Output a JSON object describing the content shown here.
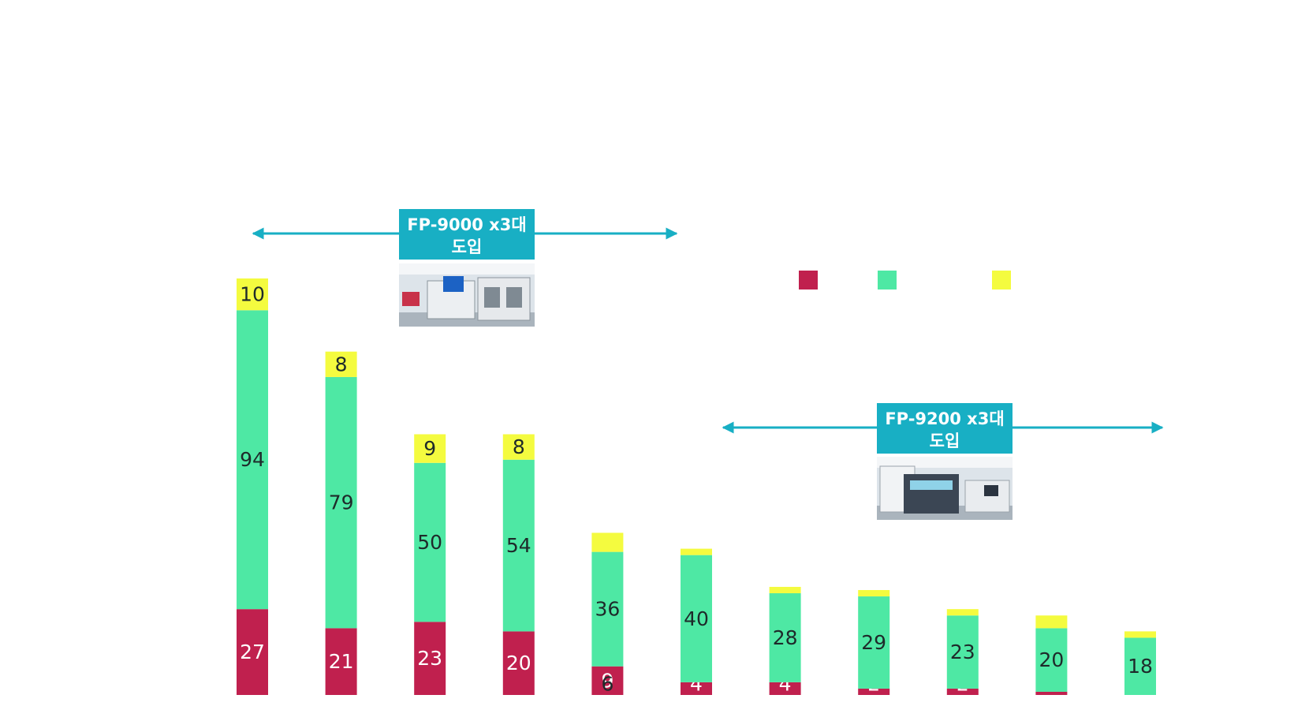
{
  "chart_data": {
    "type": "bar",
    "stacked": true,
    "categories": [
      "",
      "",
      "",
      "",
      "",
      "",
      "",
      "",
      "",
      "",
      ""
    ],
    "ylim": [
      0,
      131
    ],
    "grid": false,
    "series": [
      {
        "color": "#C0204E",
        "label_color": "#ffffff",
        "values": [
          27,
          21,
          23,
          20,
          9,
          4,
          4,
          2,
          2,
          1,
          0
        ]
      },
      {
        "color": "#4EE8A4",
        "label_color": "#1e2a2a",
        "values": [
          94,
          79,
          50,
          54,
          36,
          40,
          28,
          29,
          23,
          20,
          18
        ]
      },
      {
        "color": "#F4FB3F",
        "label_color": "#1e2a2a",
        "values": [
          10,
          8,
          9,
          8,
          6,
          2,
          2,
          2,
          2,
          4,
          2
        ]
      }
    ],
    "value_labels_shown": [
      [
        true,
        true,
        true,
        true,
        true,
        true,
        true,
        true,
        true,
        true,
        true
      ],
      [
        true,
        true,
        true,
        true,
        true,
        true,
        true,
        true,
        true,
        true,
        true
      ],
      [
        true,
        true,
        true,
        true,
        true,
        false,
        false,
        false,
        false,
        false,
        false
      ]
    ],
    "legend": {
      "placement": "top-right",
      "entries": [
        "",
        "",
        ""
      ]
    },
    "annotations": [
      {
        "line1": "FP-9000 x3대",
        "line2": "도입",
        "from_index": 0,
        "to_index": 4,
        "photo": "fp9000-equipment-photo"
      },
      {
        "line1": "FP-9200 x3대",
        "line2": "도입",
        "from_index": 5,
        "to_index": 10,
        "photo": "fp9200-equipment-photo"
      }
    ],
    "accent_color": "#18AFC4"
  }
}
